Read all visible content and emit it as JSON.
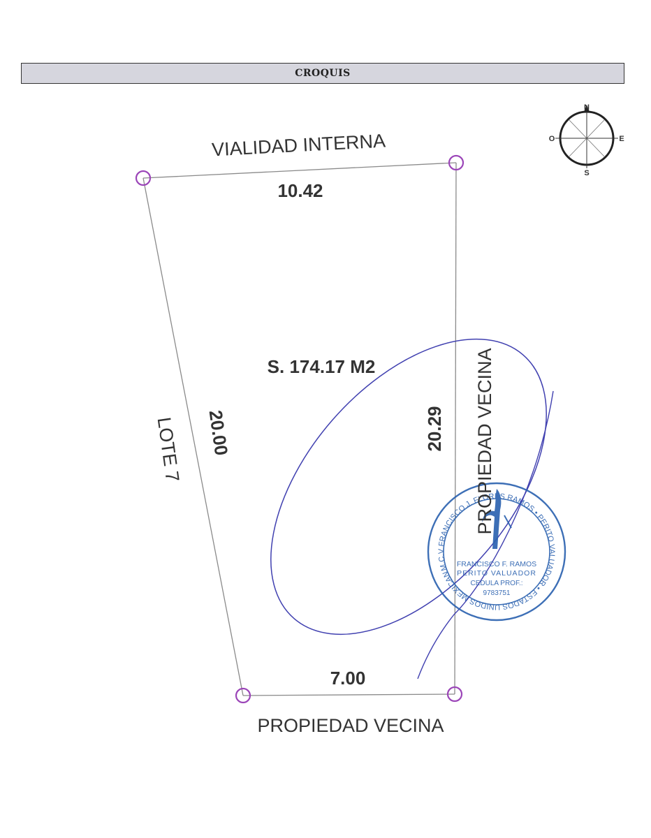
{
  "header": {
    "title": "CROQUIS"
  },
  "compass": {
    "north": "N",
    "south": "S",
    "east": "E",
    "west": "O"
  },
  "sides": {
    "top": "VIALIDAD INTERNA",
    "bottom": "PROPIEDAD VECINA",
    "left": "LOTE 7",
    "right": "PROPIEDAD VECINA"
  },
  "dimensions": {
    "top": "10.42",
    "bottom": "7.00",
    "left": "20.00",
    "right": "20.29",
    "area": "S. 174.17 M2"
  },
  "stamp": {
    "ring_text": "M.C.V FRANCISCO J. FLORES RAMOS • PERITO VALUADOR • ESTADOS UNIDOS MEXICANOS • EDO. DE QUERETARO •",
    "name": "FRANCISCO F. RAMOS",
    "role": "PERITO VALUADOR",
    "cedula_label": "CEDULA PROF.:",
    "cedula_number": "9783751"
  },
  "colors": {
    "boundary_line": "#8a8a8a",
    "vertex_marker": "#9b45b8",
    "signature_ink": "#4040b0",
    "stamp_ink": "#2d63b0",
    "header_fill": "#d6d6de"
  }
}
